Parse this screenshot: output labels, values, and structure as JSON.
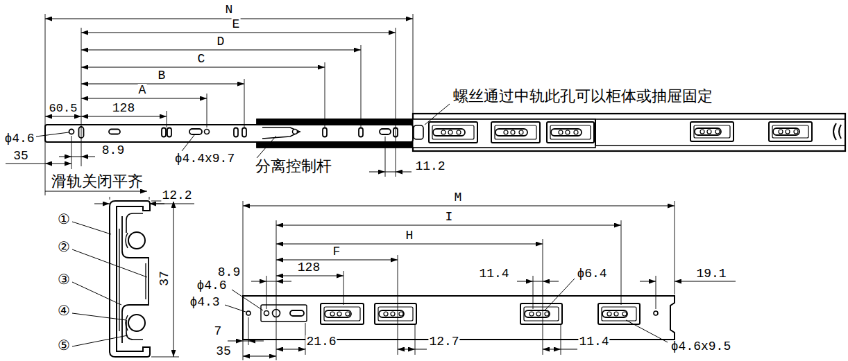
{
  "diagram": {
    "labels": [
      "N",
      "E",
      "D",
      "C",
      "B",
      "A",
      "60.5",
      "128",
      "ϕ4.6",
      "35",
      "8.9",
      "ϕ4.4x9.7",
      "分离控制杆",
      "滑轨关闭平齐",
      "11.2",
      "螺丝通过中轨此孔可以柜体或抽屉固定",
      "12.2",
      "①",
      "②",
      "③",
      "④",
      "⑤",
      "37",
      "M",
      "I",
      "H",
      "F",
      "128",
      "8.9",
      "11.4",
      "ϕ6.4",
      "19.1",
      "ϕ4.6",
      "ϕ4.3",
      "7",
      "35",
      "21.6",
      "12.7",
      "11.4",
      "ϕ4.6x9.5"
    ]
  }
}
